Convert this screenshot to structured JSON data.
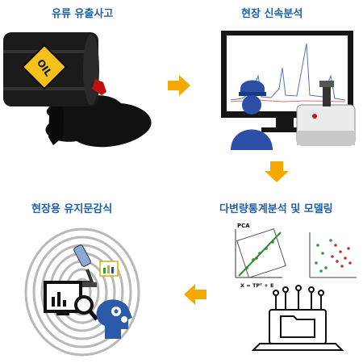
{
  "steps": [
    {
      "title": "유류 유출사고"
    },
    {
      "title": "현장 신속분석"
    },
    {
      "title": "다변량통계분석 및 모델링"
    },
    {
      "title": "현장용 유지문감식"
    }
  ],
  "barrel": {
    "label": "OIL"
  },
  "pca": {
    "label": "PCA",
    "equation": "X = TPᵀ + E"
  },
  "colors": {
    "title": "#1f5fa8",
    "arrow": "#f5a800",
    "accent": "#1d4e9e"
  }
}
